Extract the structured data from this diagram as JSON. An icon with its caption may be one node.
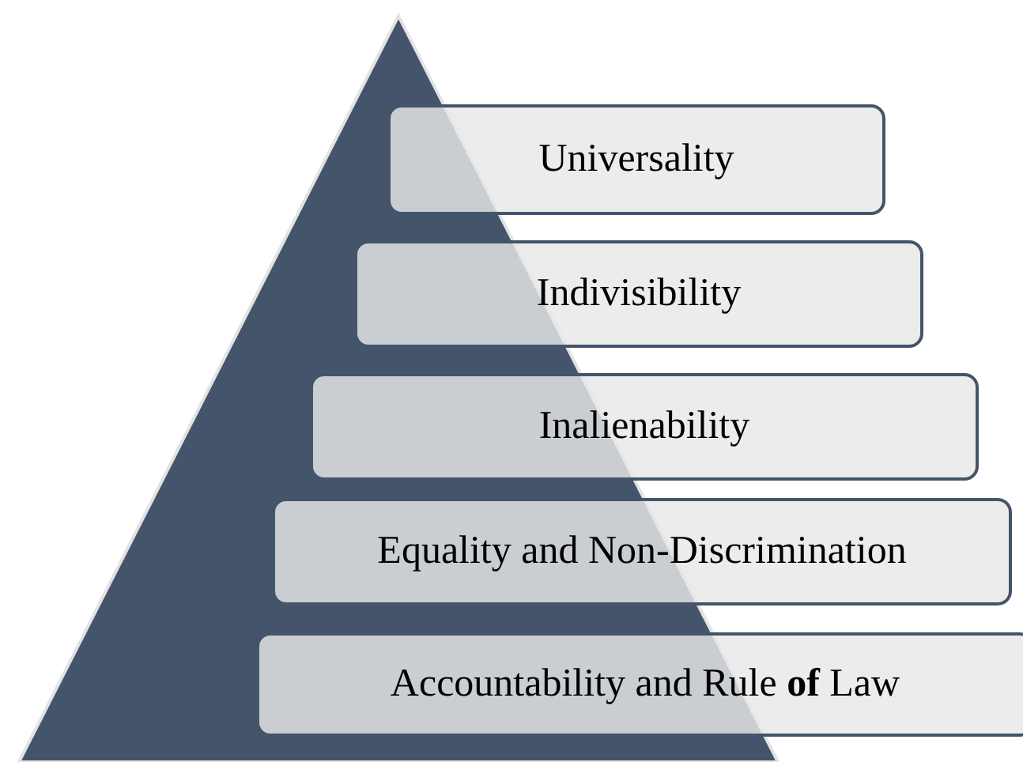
{
  "diagram": {
    "nodes": [
      {
        "text": [
          "Universality"
        ]
      },
      {
        "text": [
          "Indivisibility"
        ]
      },
      {
        "text": [
          "Inalienability"
        ]
      },
      {
        "text": [
          "Equality and Non-Discrimination"
        ]
      },
      {
        "text": [
          "Accountability and Rule **of** Law"
        ]
      }
    ]
  }
}
